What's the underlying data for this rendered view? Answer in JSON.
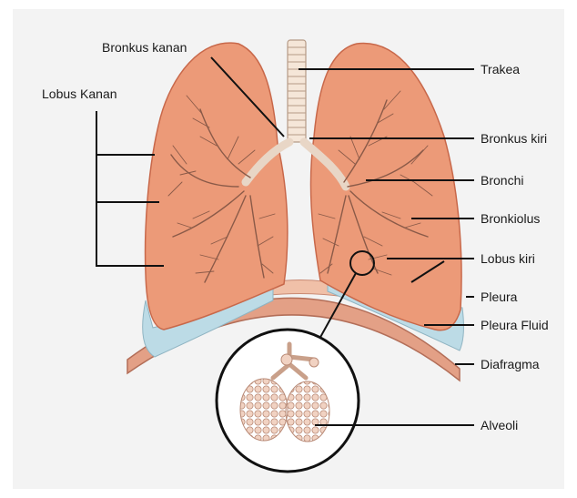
{
  "colors": {
    "lung": "#ec9a78",
    "lung_edge": "#c8684a",
    "pleura_fluid": "#bcdbe6",
    "diaphragm": "#e7a38b",
    "background": "#f3f3f3"
  },
  "labels": {
    "bronkus_kanan": "Bronkus kanan",
    "lobus_kanan": "Lobus Kanan",
    "trakea": "Trakea",
    "bronkus_kiri": "Bronkus kiri",
    "bronchi": "Bronchi",
    "bronkiolus": "Bronkiolus",
    "lobus_kiri": "Lobus kiri",
    "pleura": "Pleura",
    "pleura_fluid": "Pleura Fluid",
    "diafragma": "Diafragma",
    "alveoli": "Alveoli"
  }
}
